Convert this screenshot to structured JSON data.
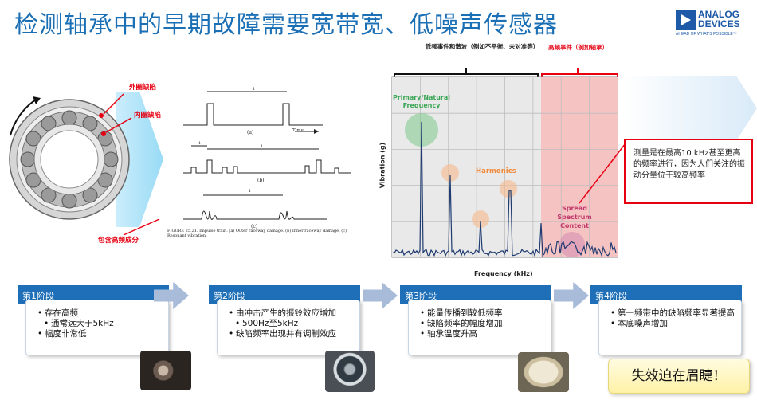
{
  "title": "检测轴承中的早期故障需要宽带宽、低噪声传感器",
  "logo": {
    "line1": "ANALOG",
    "line2": "DEVICES",
    "tagline": "AHEAD OF WHAT'S POSSIBLE™"
  },
  "bearing": {
    "outer_fault": "外圈缺陷",
    "inner_fault": "内圈缺陷",
    "hf_content": "包含高频成分"
  },
  "waveform": {
    "time_label": "Time",
    "caption_a": "(a)",
    "caption_b": "(b)",
    "caption_c": "(c)",
    "figure_caption": "FIGURE 25.21.   Impulse train. (a) Outer raceway damage. (b) Inner raceway damage. (c) Resonant vibration."
  },
  "spectrum": {
    "low_caption": "低频事件和谐波（例如不平衡、未对准等）",
    "high_caption": "高频事件（例如轴承）",
    "primary_label": "Primary/Natural Frequency",
    "harmonics_label": "Harmonics",
    "spread_label": "Spread Spectrum Content",
    "y_label": "Vibration (g)",
    "x_label": "Frequency (kHz)"
  },
  "note": "测量是在最高10 kHz甚至更高的频率进行，因为人们关注的振动分量位于较高频率",
  "stages": [
    {
      "head": "第1阶段",
      "items": [
        {
          "text": "存在高频",
          "sub": false
        },
        {
          "text": "通常远大于5kHz",
          "sub": true
        },
        {
          "text": "幅度非常低",
          "sub": false
        }
      ]
    },
    {
      "head": "第2阶段",
      "items": [
        {
          "text": "由冲击产生的振铃效应增加",
          "sub": false
        },
        {
          "text": "500Hz至5kHz",
          "sub": true
        },
        {
          "text": "缺陷频率出现并有调制效应",
          "sub": false
        }
      ]
    },
    {
      "head": "第3阶段",
      "items": [
        {
          "text": "能量传播到较低频率",
          "sub": false
        },
        {
          "text": "缺陷频率的幅度增加",
          "sub": false
        },
        {
          "text": "轴承温度升高",
          "sub": false
        }
      ]
    },
    {
      "head": "第4阶段",
      "items": [
        {
          "text": "第一频带中的缺陷频率显著提高",
          "sub": false
        },
        {
          "text": "本底噪声增加",
          "sub": false
        }
      ]
    }
  ],
  "failure": "失效迫在眉睫！"
}
